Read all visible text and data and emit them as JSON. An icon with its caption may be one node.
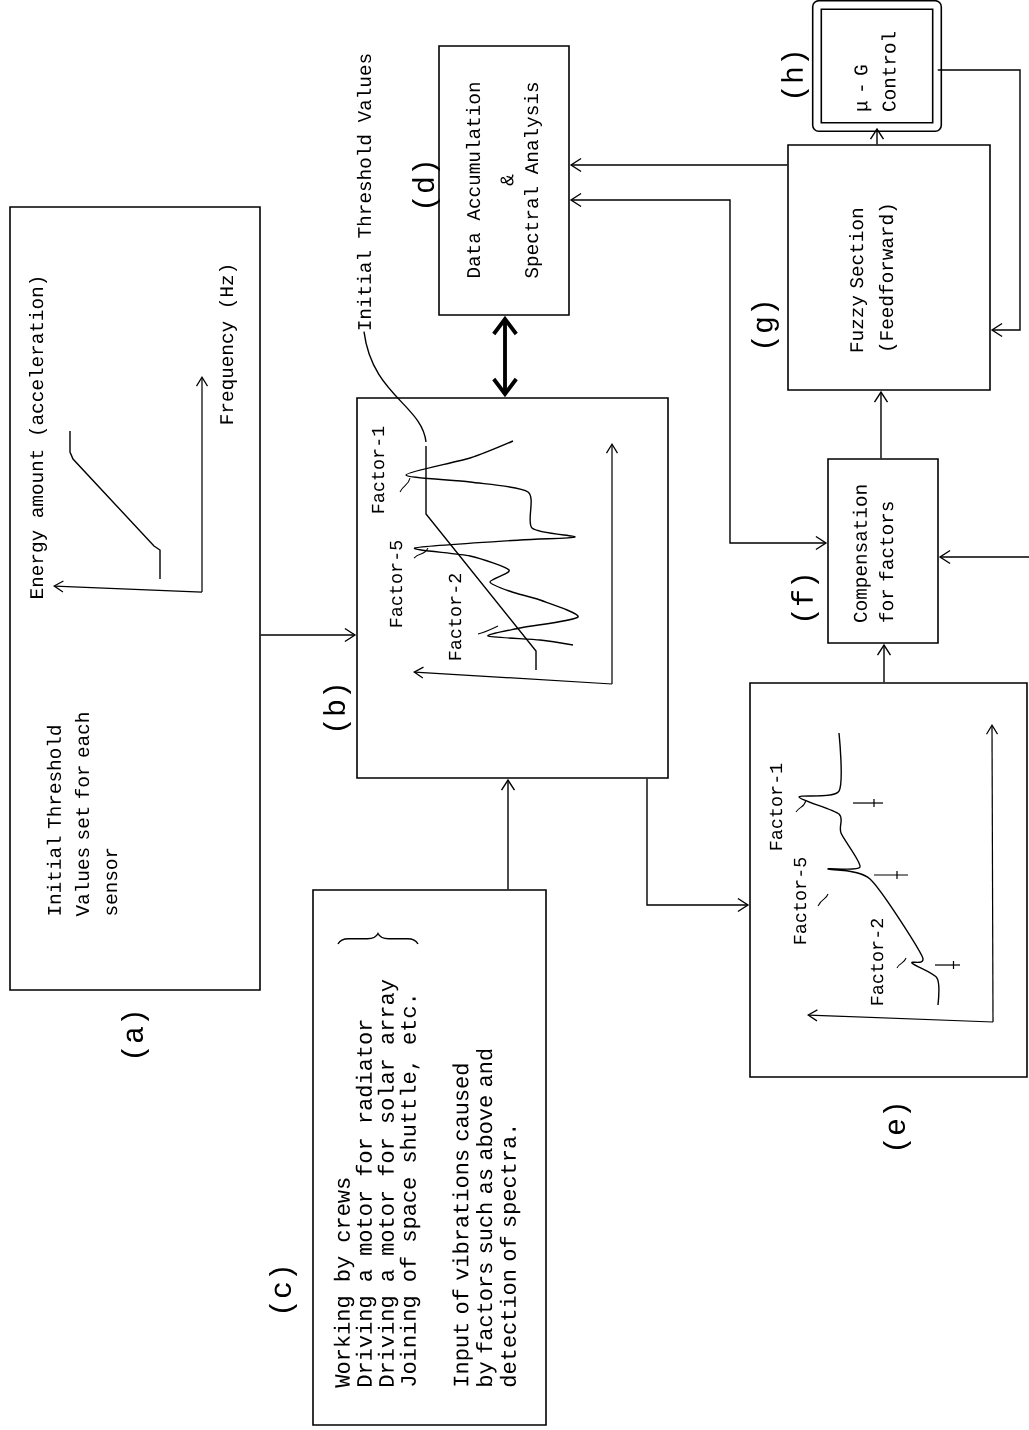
{
  "diagram": {
    "nodes": [
      {
        "text": [
          "Initial Threshold Values set for each sensor",
          "Energy amount (acceleration)",
          "Frequency (Hz)"
        ],
        "beside": [
          "(a)"
        ]
      },
      {
        "text": [
          "Factor-1",
          "Factor-5",
          "Factor-2"
        ],
        "beside": [
          "(b)"
        ]
      },
      {
        "text": [
          "Working by crews",
          "Driving a motor for radiator",
          "Driving a motor for solar array",
          "Joining of space shuttle, etc.",
          "Input of vibrations caused by factors such as above and detection of spectra."
        ],
        "beside": [
          "(c)"
        ]
      },
      {
        "text": [
          "Data Accumulation",
          "&",
          "Spectral Analysis"
        ],
        "beside": [
          "(d)"
        ]
      },
      {
        "text": [
          "Factor-1",
          "Factor-5",
          "Factor-2"
        ],
        "beside": [
          "(e)"
        ]
      },
      {
        "text": [
          "Compensation for factors"
        ],
        "beside": [
          "(f)"
        ]
      },
      {
        "text": [
          "Fuzzy Section (Feedforward)"
        ],
        "beside": [
          "(g)"
        ]
      },
      {
        "text": [
          "μ - G Control"
        ],
        "beside": [
          "(h)"
        ]
      },
      {
        "text": [
          "Initial Threshold Values"
        ]
      }
    ],
    "edges": [
      {
        "from": 0,
        "to": 1,
        "arrow": "to"
      },
      {
        "from": 2,
        "to": 1,
        "arrow": "to"
      },
      {
        "from": 3,
        "to": 1,
        "arrow": "both",
        "style": "thick"
      },
      {
        "from": 1,
        "to": 4,
        "arrow": "to"
      },
      {
        "from": 4,
        "to": 5,
        "arrow": "to"
      },
      {
        "from": 5,
        "to": 6,
        "arrow": "to"
      },
      {
        "from": 6,
        "to": 7,
        "arrow": "to"
      },
      {
        "from": 6,
        "to": 3,
        "arrow": "to"
      },
      {
        "from": 3,
        "to": 5,
        "arrow": "both"
      },
      {
        "from": 7,
        "to": 6,
        "arrow": "to"
      },
      {
        "from": null,
        "to": 5,
        "arrow": "to"
      },
      {
        "from": 8,
        "to": 1,
        "arrow": "none"
      }
    ]
  }
}
